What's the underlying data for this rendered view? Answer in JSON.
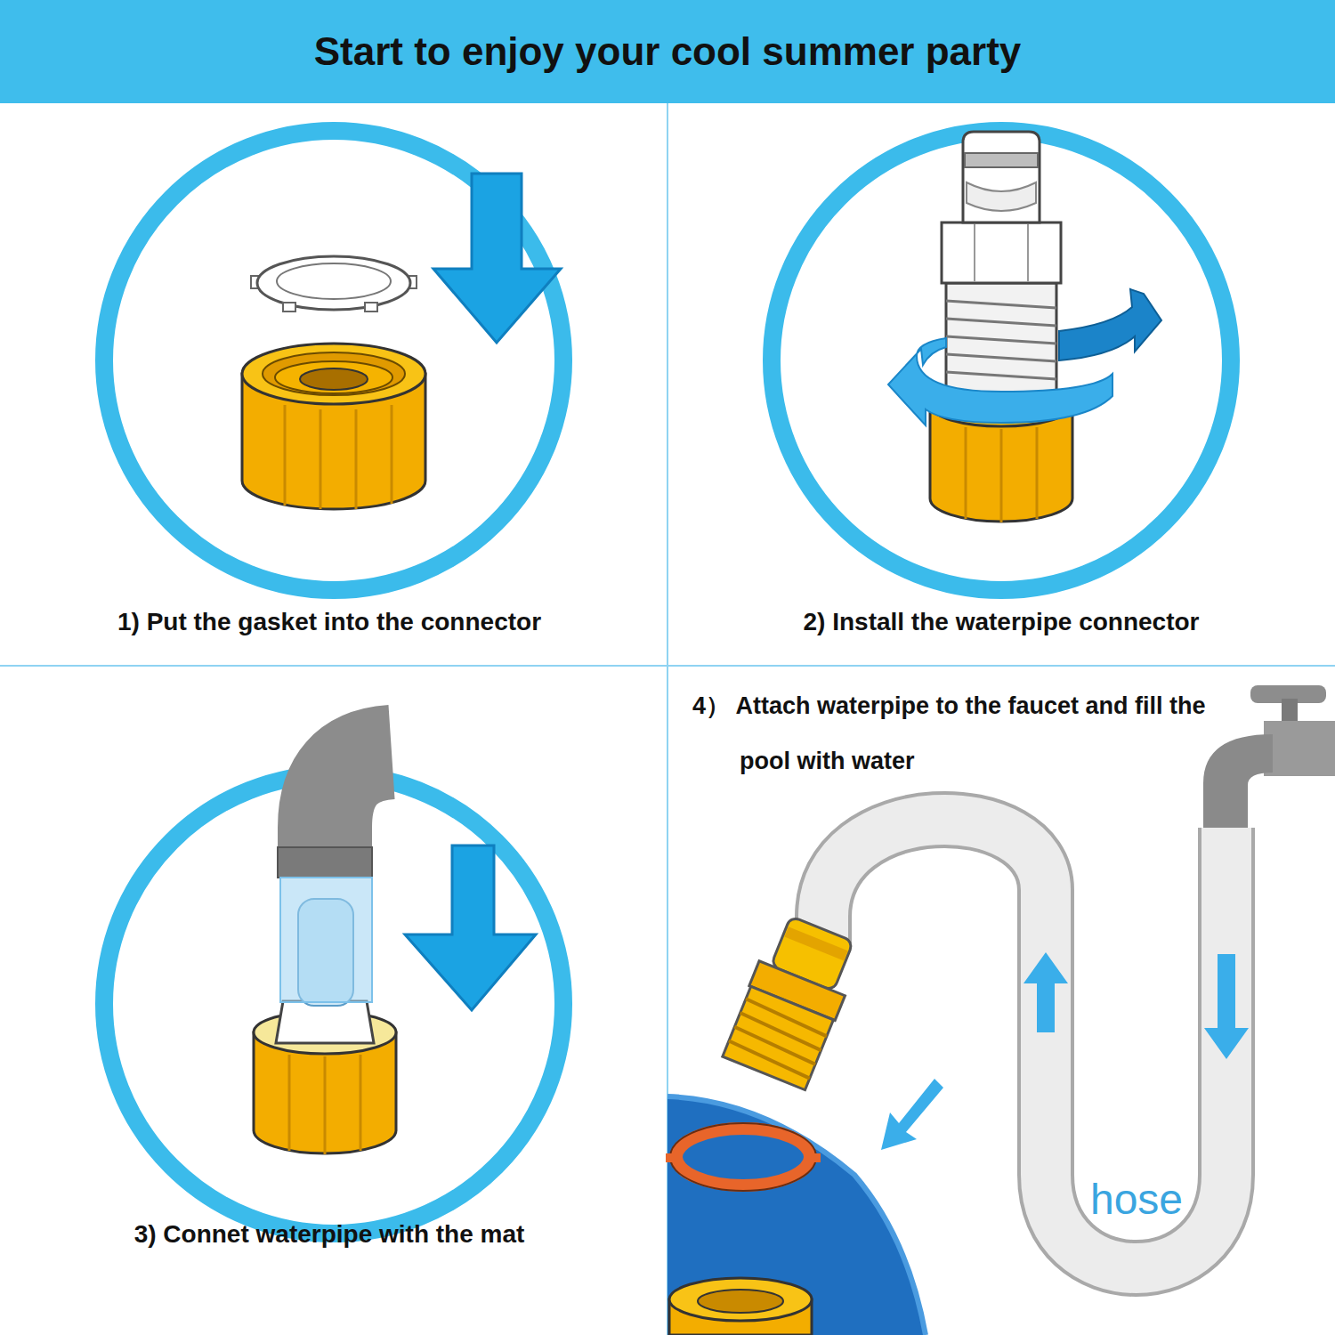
{
  "diagram": {
    "title": "Start to enjoy your cool summer party",
    "labels": [
      "1) Put the gasket into the connector",
      "2) Install the waterpipe connector",
      "3) Connet waterpipe with the mat",
      "4） Attach waterpipe to the faucet and fill the pool with water",
      "hose"
    ]
  }
}
